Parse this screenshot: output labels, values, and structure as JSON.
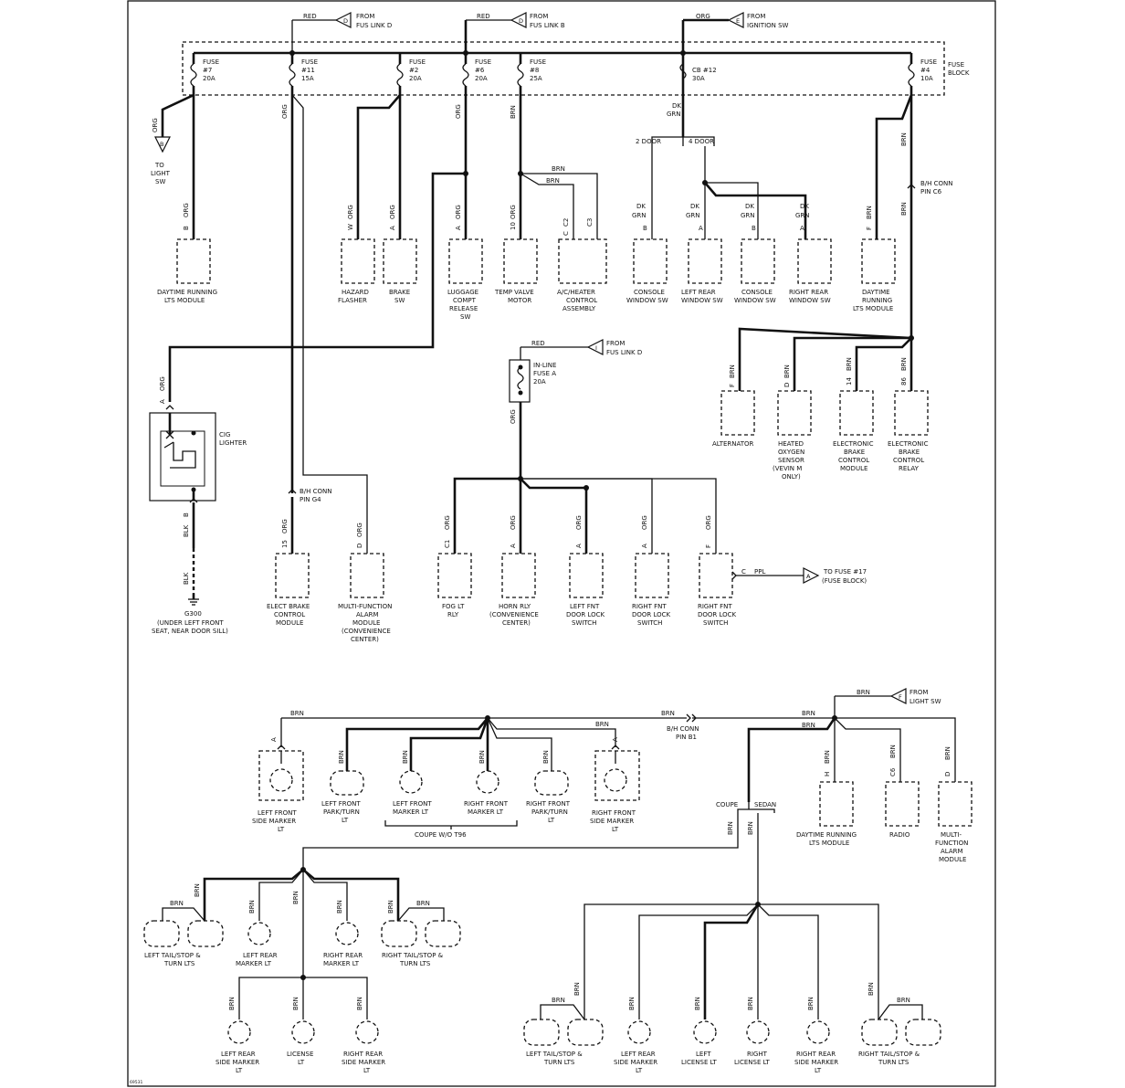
{
  "sources": {
    "fus_link_d_top": {
      "wire": "RED",
      "letter": "D",
      "l1": "FROM",
      "l2": "FUS LINK D"
    },
    "fus_link_b": {
      "wire": "RED",
      "letter": "D",
      "l1": "FROM",
      "l2": "FUS LINK B"
    },
    "ignition": {
      "wire": "ORG",
      "letter": "E",
      "l1": "FROM",
      "l2": "IGNITION SW"
    },
    "fus_link_d_mid": {
      "wire": "RED",
      "letter": "I",
      "l1": "FROM",
      "l2": "FUS LINK D"
    },
    "light_sw": {
      "wire": "BRN",
      "letter": "F",
      "l1": "FROM",
      "l2": "LIGHT SW"
    }
  },
  "fuse_block": {
    "l1": "FUSE",
    "l2": "BLOCK"
  },
  "fuses": [
    {
      "l1": "FUSE",
      "l2": "#7",
      "l3": "20A"
    },
    {
      "l1": "FUSE",
      "l2": "#11",
      "l3": "15A"
    },
    {
      "l1": "FUSE",
      "l2": "#2",
      "l3": "20A"
    },
    {
      "l1": "FUSE",
      "l2": "#6",
      "l3": "20A"
    },
    {
      "l1": "FUSE",
      "l2": "#8",
      "l3": "25A"
    },
    {
      "l1": "CB #12",
      "l2": "30A",
      "l3": ""
    },
    {
      "l1": "FUSE",
      "l2": "#4",
      "l3": "10A"
    }
  ],
  "to_light_sw": {
    "wire": "ORG",
    "letter": "B",
    "l1": "TO",
    "l2": "LIGHT",
    "l3": "SW"
  },
  "top_wires": {
    "org": "ORG",
    "brn": "BRN",
    "dk_grn_1": "DK",
    "dk_grn_2": "GRN",
    "two_door": "2 DOOR",
    "four_door": "4 DOOR",
    "bh_conn_c6_1": "B/H CONN",
    "bh_conn_c6_2": "PIN C6"
  },
  "top_modules": [
    {
      "pin": "B",
      "wire": "ORG",
      "l1": "DAYTIME RUNNING",
      "l2": "LTS MODULE",
      "l3": "",
      "l4": ""
    },
    {
      "pin": "W",
      "wire": "ORG",
      "l1": "HAZARD",
      "l2": "FLASHER",
      "l3": "",
      "l4": ""
    },
    {
      "pin": "A",
      "wire": "ORG",
      "l1": "BRAKE",
      "l2": "SW",
      "l3": "",
      "l4": ""
    },
    {
      "pin": "A",
      "wire": "ORG",
      "l1": "LUGGAGE",
      "l2": "COMPT",
      "l3": "RELEASE",
      "l4": "SW"
    },
    {
      "pin": "10",
      "wire": "ORG",
      "l1": "TEMP VALVE",
      "l2": "MOTOR",
      "l3": "",
      "l4": ""
    },
    {
      "pin": "C2",
      "wire": "C",
      "l1": "A/C/HEATER",
      "l2": "CONTROL",
      "l3": "ASSEMBLY",
      "l4": ""
    },
    {
      "pin": "B",
      "wire": "DK GRN",
      "l1": "CONSOLE",
      "l2": "WINDOW SW",
      "l3": "",
      "l4": ""
    },
    {
      "pin": "A",
      "wire": "DK GRN",
      "l1": "LEFT REAR",
      "l2": "WINDOW SW",
      "l3": "",
      "l4": ""
    },
    {
      "pin": "B",
      "wire": "DK GRN",
      "l1": "CONSOLE",
      "l2": "WINDOW SW",
      "l3": "",
      "l4": ""
    },
    {
      "pin": "A",
      "wire": "DK GRN",
      "l1": "RIGHT REAR",
      "l2": "WINDOW SW",
      "l3": "",
      "l4": ""
    },
    {
      "pin": "F",
      "wire": "BRN",
      "l1": "DAYTIME",
      "l2": "RUNNING",
      "l3": "LTS MODULE",
      "l4": ""
    }
  ],
  "ac_extra": {
    "pin_c3": "C3",
    "brn_upper": "BRN",
    "brn_lower": "BRN"
  },
  "fus4_modules": [
    {
      "pin": "F",
      "wire": "BRN",
      "l1": "ALTERNATOR",
      "l2": "",
      "l3": "",
      "l4": "",
      "l5": ""
    },
    {
      "pin": "D",
      "wire": "BRN",
      "l1": "HEATED",
      "l2": "OXYGEN",
      "l3": "SENSOR",
      "l4": "(VEVIN M",
      "l5": "ONLY)"
    },
    {
      "pin": "14",
      "wire": "BRN",
      "l1": "ELECTRONIC",
      "l2": "BRAKE",
      "l3": "CONTROL",
      "l4": "MODULE",
      "l5": ""
    },
    {
      "pin": "86",
      "wire": "BRN",
      "l1": "ELECTRONIC",
      "l2": "BRAKE",
      "l3": "CONTROL",
      "l4": "RELAY",
      "l5": ""
    }
  ],
  "cig": {
    "wire": "ORG",
    "pin_a": "A",
    "l1": "CIG",
    "l2": "LIGHTER",
    "pin_b": "B",
    "blk": "BLK",
    "blk2": "BLK",
    "ground": "G300",
    "g1": "(UNDER LEFT FRONT",
    "g2": "SEAT, NEAR DOOR SILL)"
  },
  "fuse11": {
    "bh1": "B/H CONN",
    "bh2": "PIN G4",
    "pin_ebcm": "15",
    "wire_ebcm": "ORG",
    "ebcm_l1": "ELECT BRAKE",
    "ebcm_l2": "CONTROL",
    "ebcm_l3": "MODULE",
    "pin_alarm": "D",
    "wire_alarm": "ORG",
    "alarm_l1": "MULTI-FUNCTION",
    "alarm_l2": "ALARM",
    "alarm_l3": "MODULE",
    "alarm_l4": "(CONVENIENCE",
    "alarm_l5": "CENTER)"
  },
  "inline_fuse": {
    "l1": "IN-LINE",
    "l2": "FUSE A",
    "l3": "20A",
    "wire_out": "ORG"
  },
  "mid_modules": [
    {
      "pin": "C1",
      "wire": "ORG",
      "l1": "FOG LT",
      "l2": "RLY",
      "l3": ""
    },
    {
      "pin": "A",
      "wire": "ORG",
      "l1": "HORN RLY",
      "l2": "(CONVENIENCE",
      "l3": "CENTER)"
    },
    {
      "pin": "A",
      "wire": "ORG",
      "l1": "LEFT FNT",
      "l2": "DOOR LOCK",
      "l3": "SWITCH"
    },
    {
      "pin": "A",
      "wire": "ORG",
      "l1": "RIGHT FNT",
      "l2": "DOOR LOCK",
      "l3": "SWITCH"
    },
    {
      "pin": "F",
      "wire": "ORG",
      "l1": "RIGHT FNT",
      "l2": "DOOR LOCK",
      "l3": "SWITCH"
    }
  ],
  "to_fuse17": {
    "pin": "C",
    "wire": "PPL",
    "letter": "A",
    "l1": "TO FUSE #17",
    "l2": "(FUSE BLOCK)"
  },
  "bottom_wires": {
    "brn": "BRN",
    "bh1": "B/H CONN",
    "bh2": "PIN B1",
    "coupe": "COUPE",
    "sedan": "SEDAN",
    "coupe_note": "COUPE W/O T96",
    "pin_a": "A"
  },
  "front_lamps": [
    {
      "l1": "LEFT FRONT",
      "l2": "SIDE MARKER",
      "l3": "LT"
    },
    {
      "l1": "LEFT FRONT",
      "l2": "PARK/TURN",
      "l3": "LT"
    },
    {
      "l1": "LEFT FRONT",
      "l2": "MARKER LT",
      "l3": ""
    },
    {
      "l1": "RIGHT FRONT",
      "l2": "MARKER LT",
      "l3": ""
    },
    {
      "l1": "RIGHT FRONT",
      "l2": "PARK/TURN",
      "l3": "LT"
    },
    {
      "l1": "RIGHT FRONT",
      "l2": "SIDE MARKER",
      "l3": "LT"
    }
  ],
  "light_modules": [
    {
      "pin": "H",
      "wire": "BRN",
      "l1": "DAYTIME RUNNING",
      "l2": "LTS MODULE",
      "l3": "",
      "l4": ""
    },
    {
      "pin": "C6",
      "wire": "BRN",
      "l1": "RADIO",
      "l2": "",
      "l3": "",
      "l4": ""
    },
    {
      "pin": "D",
      "wire": "BRN",
      "l1": "MULTI-",
      "l2": "FUNCTION",
      "l3": "ALARM",
      "l4": "MODULE"
    }
  ],
  "coupe_rear": [
    {
      "l1": "LEFT TAIL/STOP &",
      "l2": "TURN LTS"
    },
    {
      "l1": "LEFT REAR",
      "l2": "MARKER LT"
    },
    {
      "l1": "RIGHT REAR",
      "l2": "MARKER LT"
    },
    {
      "l1": "RIGHT TAIL/STOP &",
      "l2": "TURN LTS"
    }
  ],
  "coupe_low": [
    {
      "l1": "LEFT REAR",
      "l2": "SIDE MARKER",
      "l3": "LT"
    },
    {
      "l1": "LICENSE",
      "l2": "LT",
      "l3": ""
    },
    {
      "l1": "RIGHT REAR",
      "l2": "SIDE MARKER",
      "l3": "LT"
    }
  ],
  "sedan_rear": [
    {
      "l1": "LEFT TAIL/STOP &",
      "l2": "TURN LTS"
    },
    {
      "l1": "LEFT REAR",
      "l2": "SIDE MARKER",
      "l3": "LT"
    },
    {
      "l1": "LEFT",
      "l2": "LICENSE LT",
      "l3": ""
    },
    {
      "l1": "RIGHT",
      "l2": "LICENSE LT",
      "l3": ""
    },
    {
      "l1": "RIGHT REAR",
      "l2": "SIDE MARKER",
      "l3": "LT"
    },
    {
      "l1": "RIGHT TAIL/STOP &",
      "l2": "TURN LTS"
    }
  ],
  "figure_id": "69531"
}
